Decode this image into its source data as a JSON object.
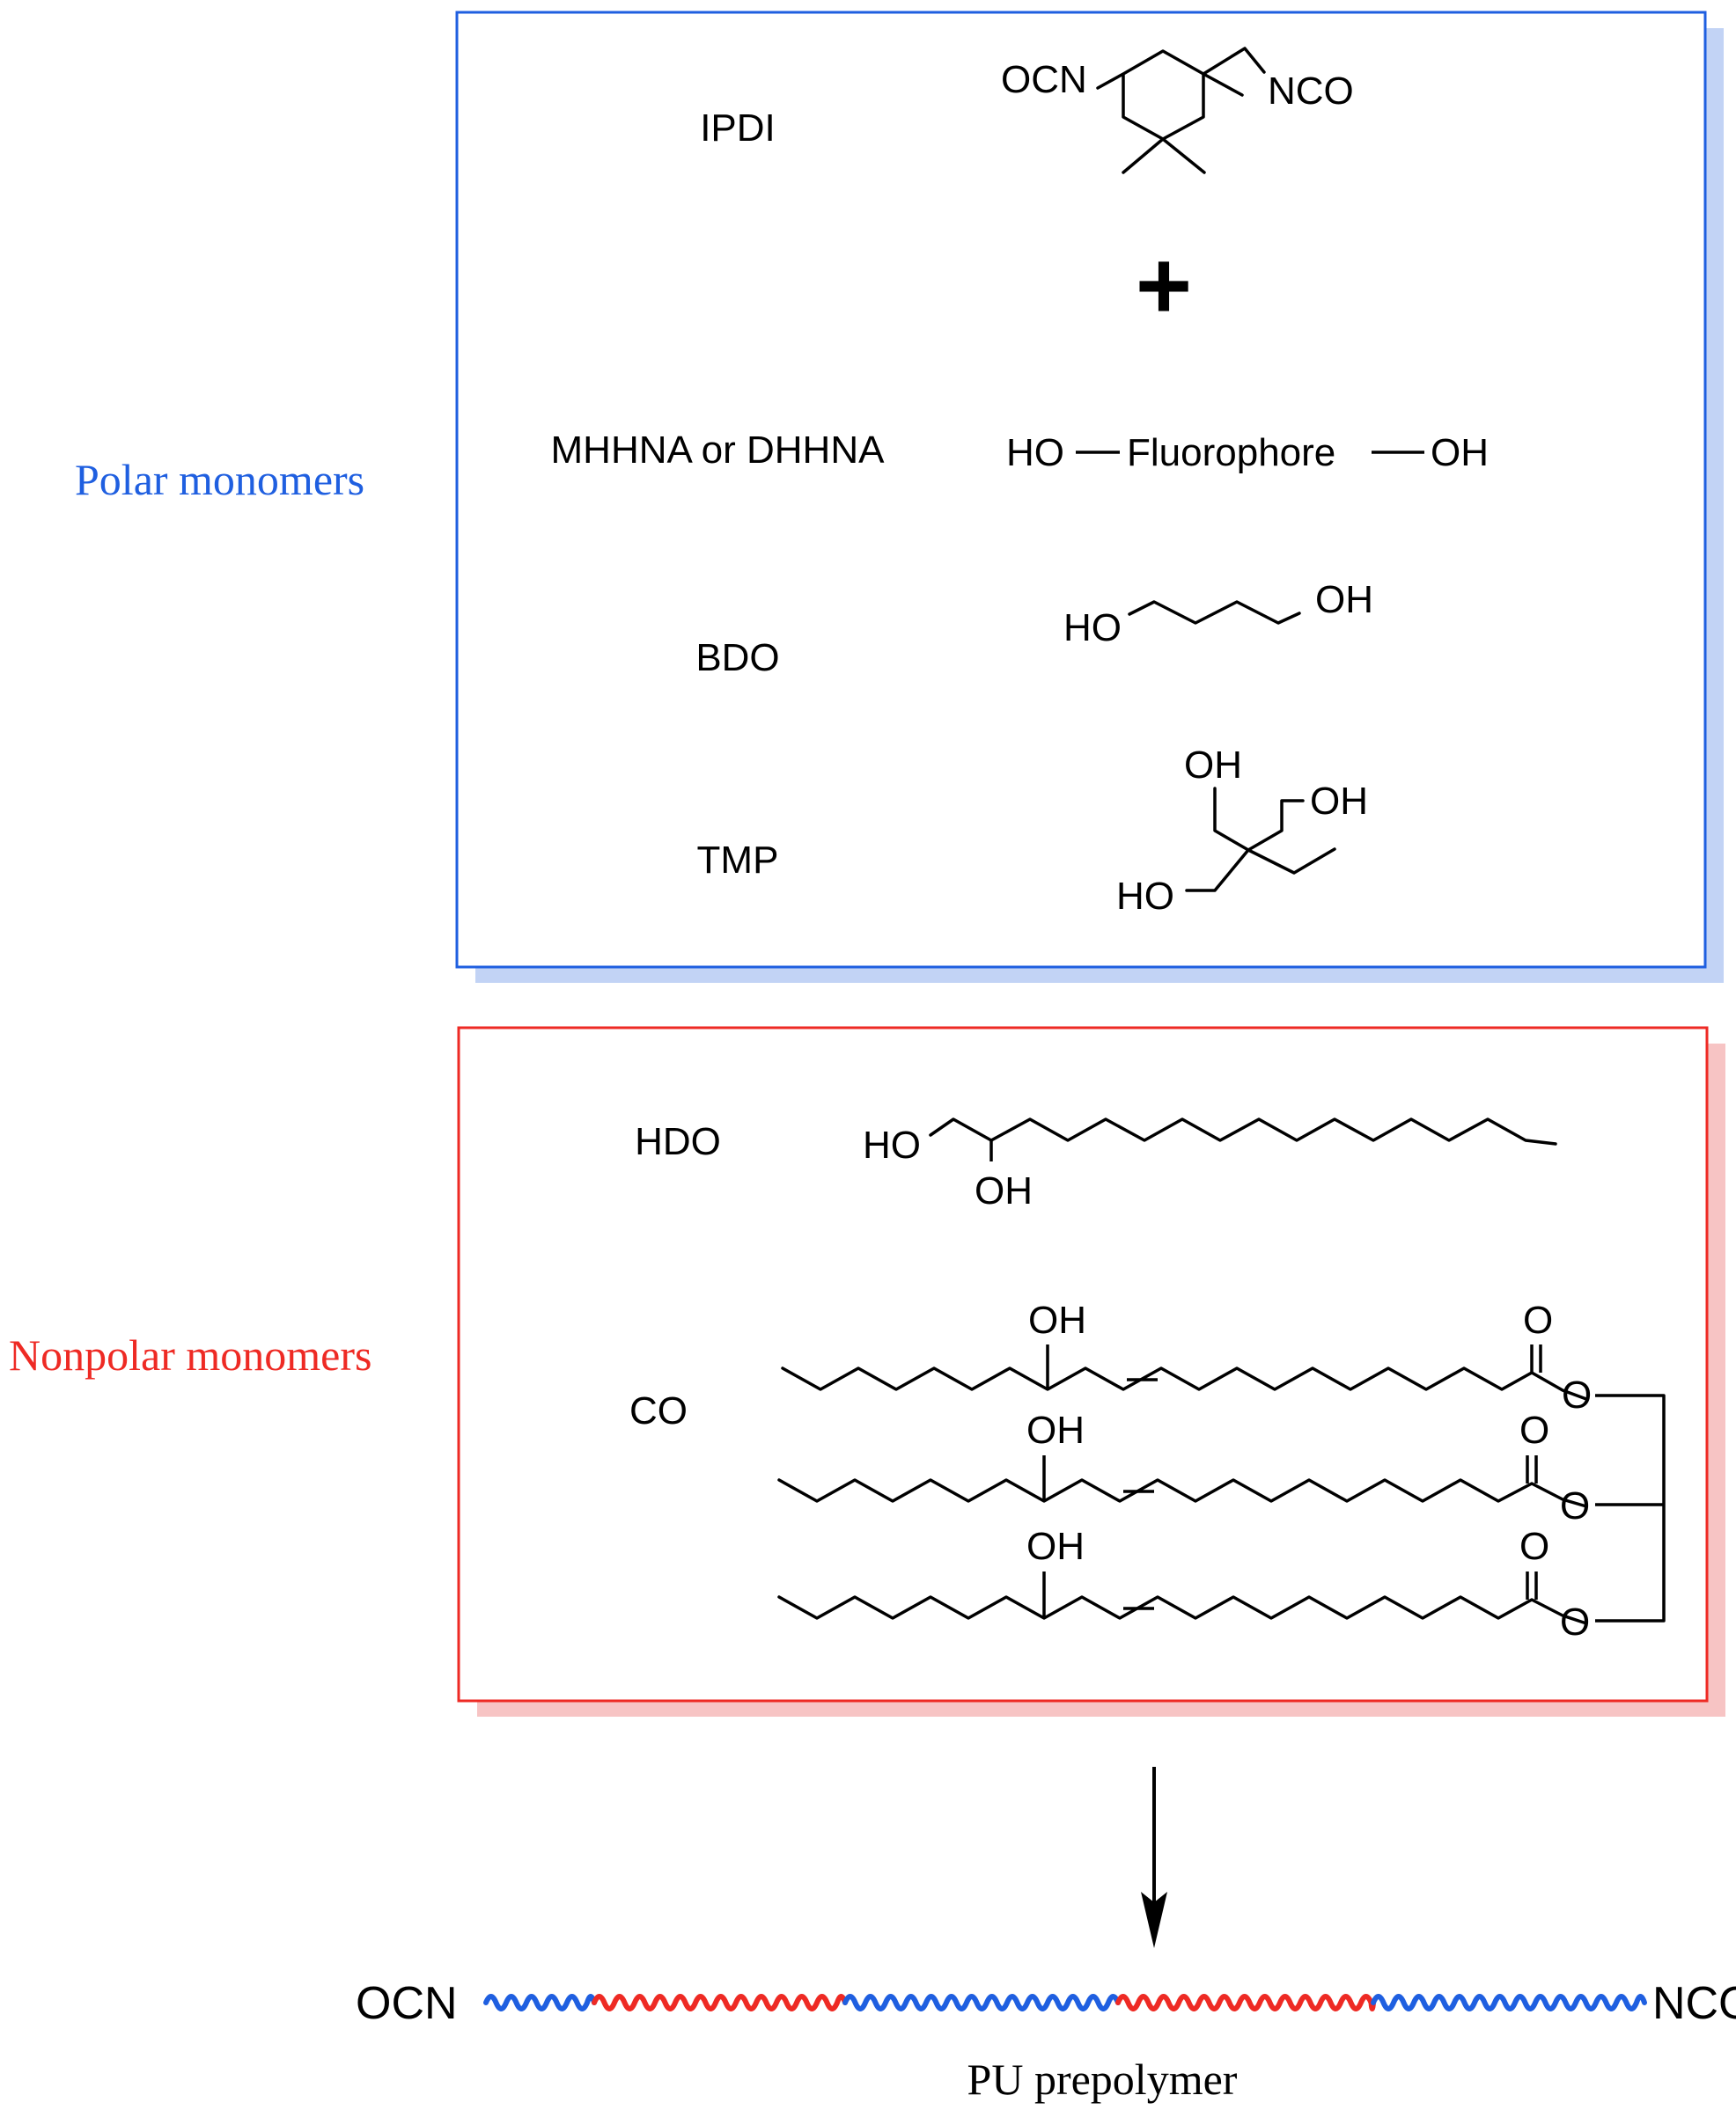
{
  "groups": {
    "polar": {
      "label": "Polar monomers",
      "color": "#1f5fe0",
      "shadow": "#c2d3f5"
    },
    "nonpolar": {
      "label": "Nonpolar monomers",
      "color": "#ee2a24",
      "shadow": "#f7c4c4"
    }
  },
  "monomers": {
    "ipdi": {
      "name": "IPDI",
      "ocn": "OCN",
      "nco": "NCO"
    },
    "plus": "+",
    "mhhna": {
      "name": "MHHNA or DHHNA",
      "ho": "HO",
      "fluorophore": "Fluorophore",
      "oh": "OH"
    },
    "bdo": {
      "name": "BDO",
      "ho": "HO",
      "oh": "OH"
    },
    "tmp": {
      "name": "TMP",
      "oh_top": "OH",
      "oh_right": "OH",
      "ho": "HO"
    },
    "hdo": {
      "name": "HDO",
      "ho": "HO",
      "oh": "OH"
    },
    "co": {
      "name": "CO",
      "oh": "OH",
      "o_carbonyl": "O",
      "o_ester": "O"
    }
  },
  "product": {
    "ocn": "OCN",
    "nco": "NCO",
    "label": "PU prepolymer"
  }
}
